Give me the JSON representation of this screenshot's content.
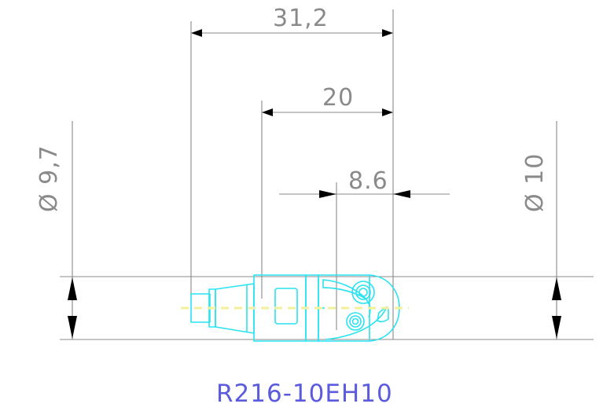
{
  "drawing": {
    "type": "engineering-dimension-drawing",
    "background_color": "#ffffff",
    "part_label": "R216-10EH10",
    "part_label_color": "#5b5bdd",
    "tool_color": "#29e3f0",
    "centerline_color": "#f2f09a",
    "dimension_color": "#8a8a8a",
    "arrow_color": "#000000"
  },
  "dimensions": {
    "overall_length": {
      "name": "overall-length",
      "value": "31,2",
      "orientation": "horizontal",
      "position": "top"
    },
    "head_length": {
      "name": "head-length",
      "value": "20",
      "orientation": "horizontal",
      "position": "upper-middle"
    },
    "insert_width": {
      "name": "insert-width",
      "value": "8.6",
      "orientation": "horizontal",
      "position": "middle"
    },
    "shank_diameter": {
      "name": "shank-diameter",
      "value": "Ø 9,7",
      "symbol": "Ø",
      "number": "9,7",
      "orientation": "vertical-rotated",
      "position": "left"
    },
    "cutting_diameter": {
      "name": "cutting-diameter",
      "value": "Ø 10",
      "symbol": "Ø",
      "number": "10",
      "orientation": "vertical-rotated",
      "position": "right"
    }
  }
}
